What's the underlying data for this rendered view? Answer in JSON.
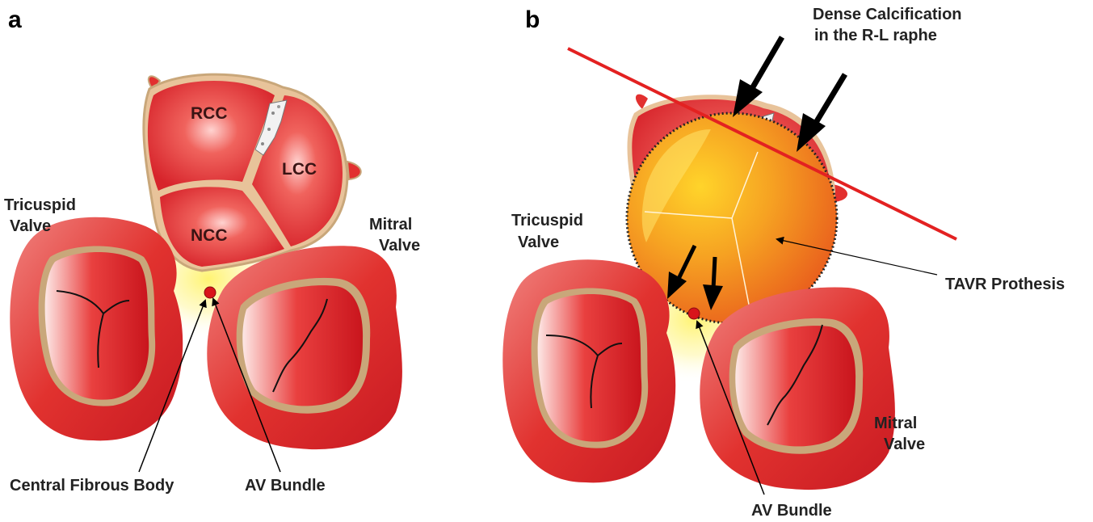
{
  "panels": {
    "a": {
      "letter": "a",
      "cusps": {
        "rcc": "RCC",
        "lcc": "LCC",
        "ncc": "NCC"
      },
      "tricuspid": [
        "Tricuspid",
        "Valve"
      ],
      "mitral": [
        "Mitral",
        "Valve"
      ],
      "central_fibrous_body": "Central Fibrous Body",
      "av_bundle": "AV Bundle"
    },
    "b": {
      "letter": "b",
      "dense_calcification": [
        "Dense Calcification",
        "in the R-L raphe"
      ],
      "tricuspid": [
        "Tricuspid",
        "Valve"
      ],
      "mitral": [
        "Mitral",
        "Valve"
      ],
      "tavr": "TAVR Prothesis",
      "av_bundle": "AV Bundle"
    }
  },
  "colors": {
    "valve_red": "#e3262d",
    "valve_dark": "#b5121b",
    "valve_outer": "#d21f26",
    "annulus_tan": "#c9a77a",
    "glow_yellow": "#fff27a",
    "prosthesis_orange": "#f28a1e",
    "prosthesis_yellow": "#ffc41a",
    "marker_line": "#e32121",
    "av_node": "#d8141b"
  },
  "icons": [
    "arrow-icon",
    "calcification-icon",
    "av-node-icon"
  ]
}
